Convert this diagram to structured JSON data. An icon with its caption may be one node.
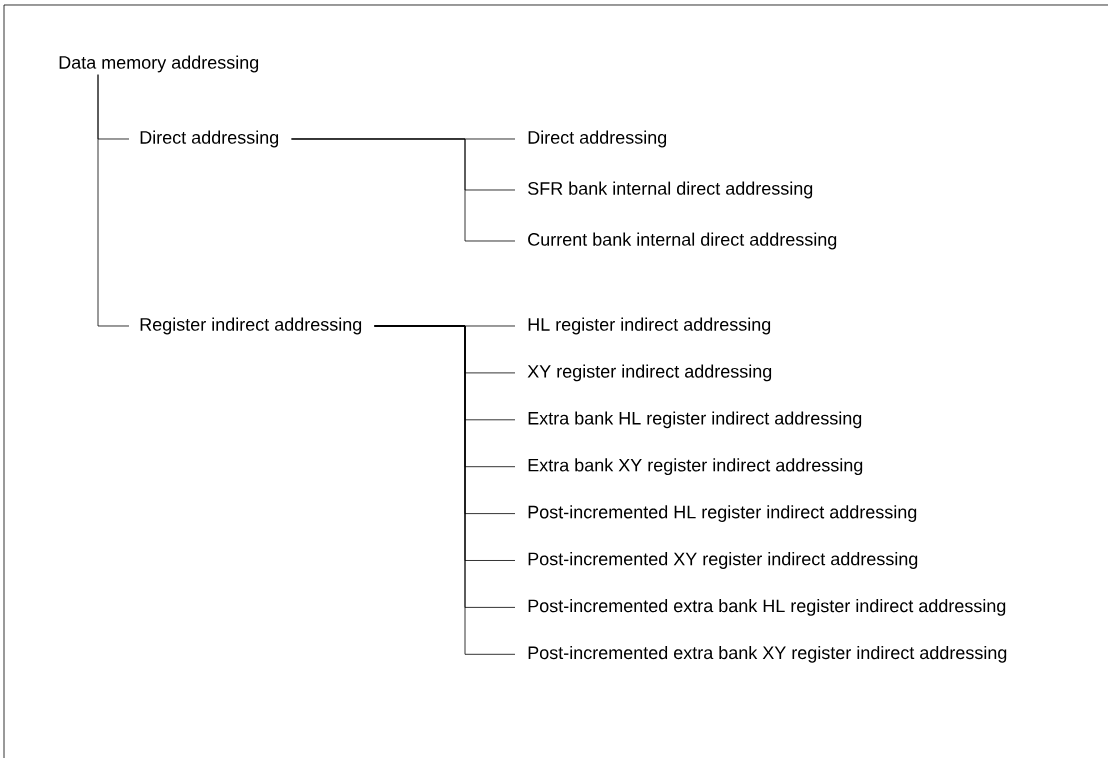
{
  "diagram": {
    "nodes": [
      {
        "text": [
          "Data memory addressing"
        ]
      },
      {
        "text": [
          "Direct addressing"
        ]
      },
      {
        "text": [
          "Register indirect addressing"
        ]
      },
      {
        "text": [
          "Direct addressing"
        ]
      },
      {
        "text": [
          "SFR bank internal direct addressing"
        ]
      },
      {
        "text": [
          "Current bank internal direct addressing"
        ]
      },
      {
        "text": [
          "HL register indirect addressing"
        ]
      },
      {
        "text": [
          "XY register indirect addressing"
        ]
      },
      {
        "text": [
          "Extra bank HL register indirect addressing"
        ]
      },
      {
        "text": [
          "Extra bank XY register indirect addressing"
        ]
      },
      {
        "text": [
          "Post-incremented HL register indirect addressing"
        ]
      },
      {
        "text": [
          "Post-incremented XY register indirect addressing"
        ]
      },
      {
        "text": [
          "Post-incremented extra bank HL register indirect addressing"
        ]
      },
      {
        "text": [
          "Post-incremented extra bank XY register indirect addressing"
        ]
      }
    ],
    "edges": [
      {
        "from": 0,
        "to": 1,
        "arrow": "none"
      },
      {
        "from": 0,
        "to": 2,
        "arrow": "none"
      },
      {
        "from": 1,
        "to": 3,
        "arrow": "none"
      },
      {
        "from": 1,
        "to": 4,
        "arrow": "none"
      },
      {
        "from": 1,
        "to": 5,
        "arrow": "none"
      },
      {
        "from": 2,
        "to": 6,
        "arrow": "none"
      },
      {
        "from": 2,
        "to": 7,
        "arrow": "none"
      },
      {
        "from": 2,
        "to": 8,
        "arrow": "none"
      },
      {
        "from": 2,
        "to": 9,
        "arrow": "none"
      },
      {
        "from": 2,
        "to": 10,
        "arrow": "none"
      },
      {
        "from": 2,
        "to": 11,
        "arrow": "none"
      },
      {
        "from": 2,
        "to": 12,
        "arrow": "none"
      },
      {
        "from": 2,
        "to": 13,
        "arrow": "none"
      }
    ]
  }
}
